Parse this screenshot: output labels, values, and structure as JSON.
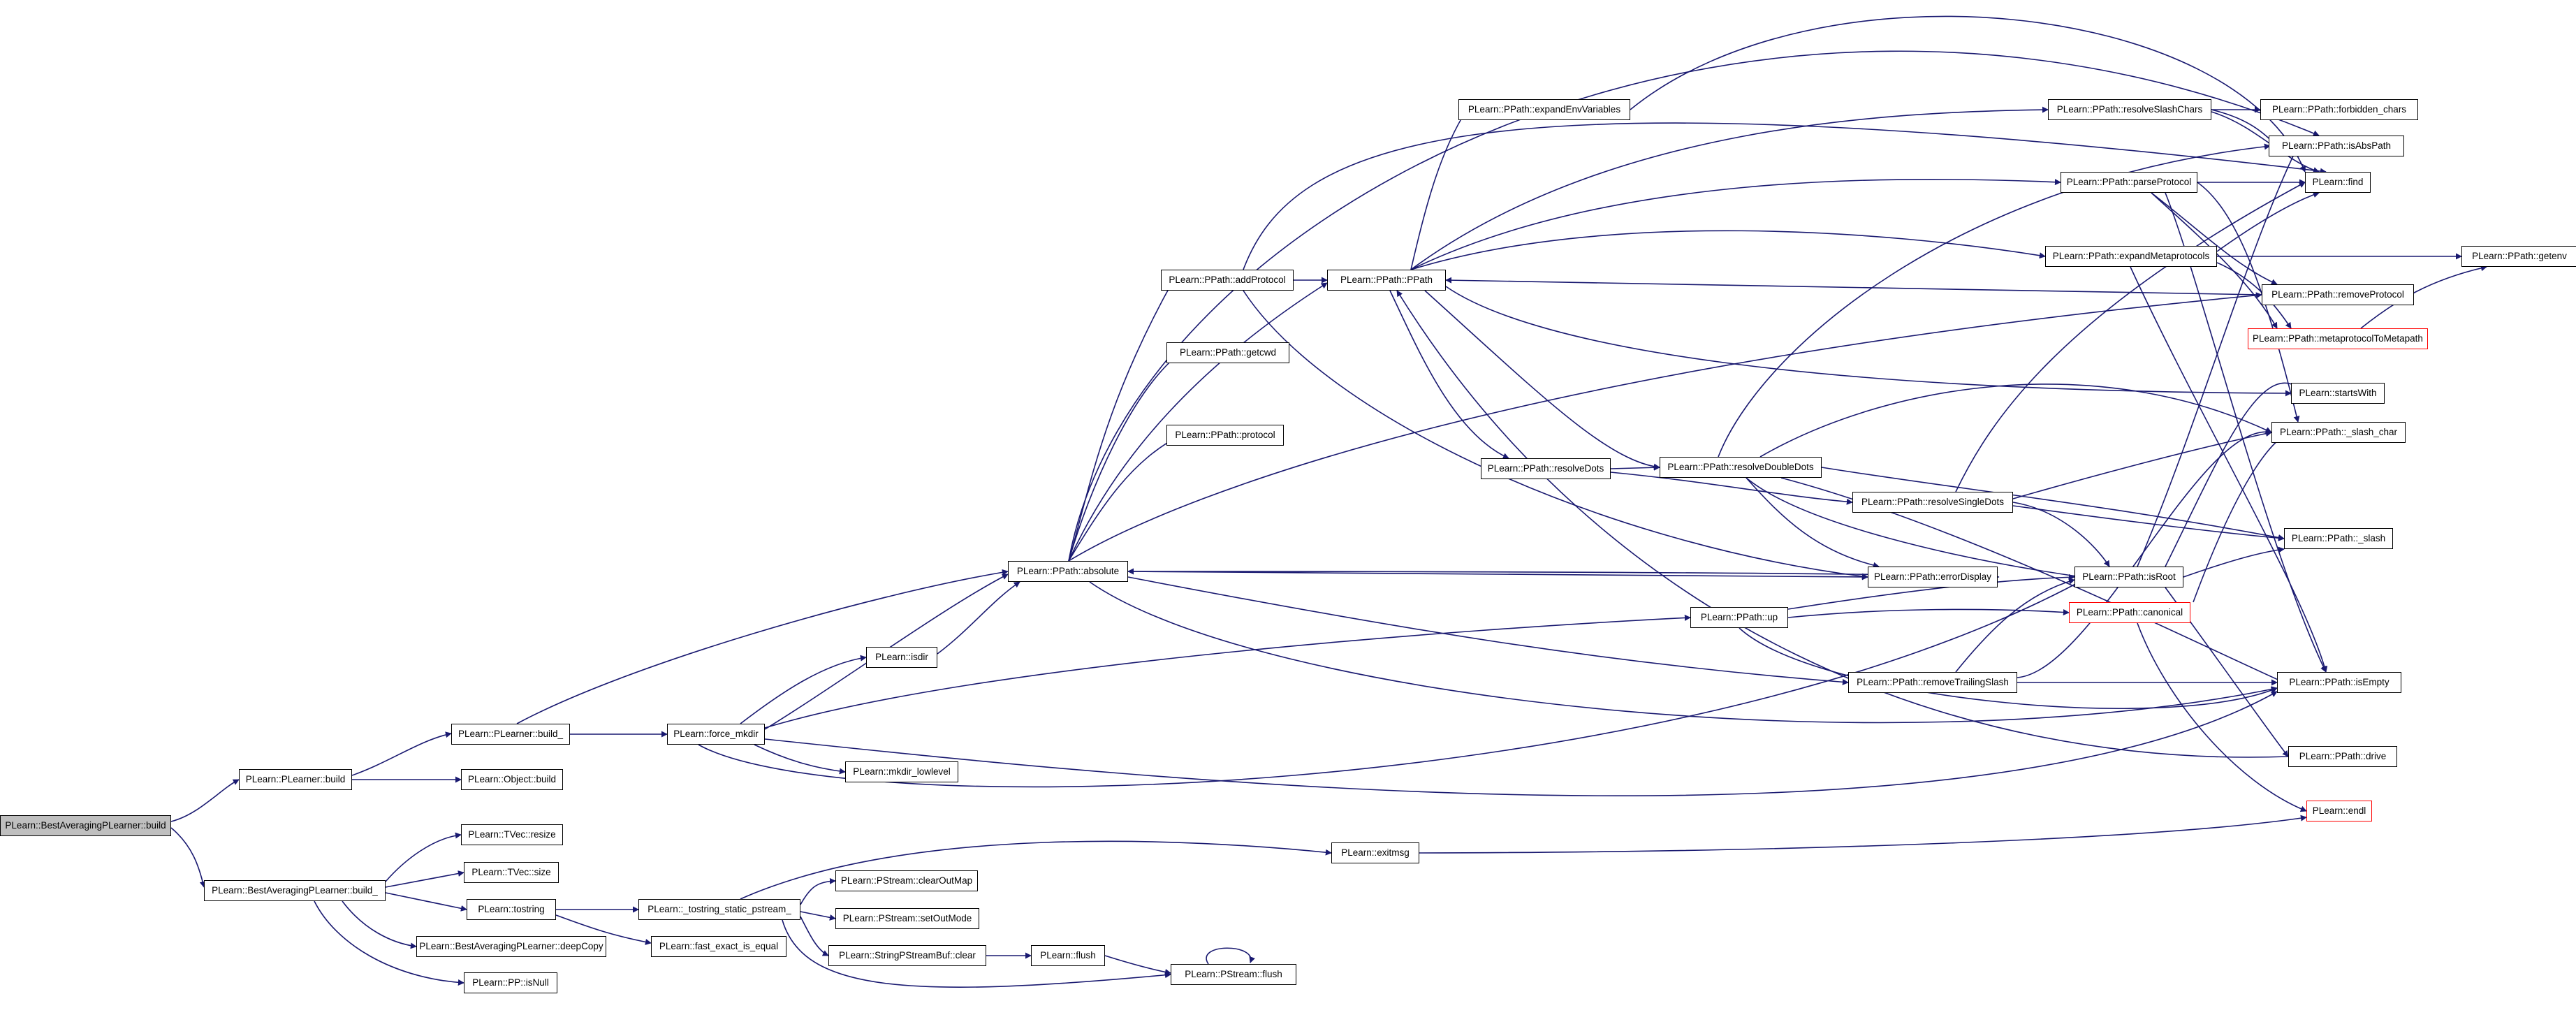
{
  "colors": {
    "edge": "#191970",
    "box_border": "#000000",
    "root_fill": "#bfbfbf",
    "truncated_border": "#ff0000"
  },
  "nodes": {
    "n0": "PLearn::BestAveragingPLearner::build",
    "n1": "PLearn::PLearner::build",
    "n2": "PLearn::BestAveragingPLearner::build_",
    "n3": "PLearn::PLearner::build_",
    "n4": "PLearn::Object::build",
    "n5": "PLearn::PPath::absolute",
    "n6": "PLearn::force_mkdir",
    "n7": "PLearn::PPath::addProtocol",
    "n8": "PLearn::PPath::getcwd",
    "n9": "PLearn::PPath::protocol",
    "n10": "PLearn::PPath::PPath",
    "n11": "PLearn::PPath::errorDisplay",
    "n12": "PLearn::PPath::up",
    "n13": "PLearn::PPath::removeTrailingSlash",
    "n14": "PLearn::isdir",
    "n15": "PLearn::mkdir_lowlevel",
    "n16": "PLearn::PPath::expandEnvVariables",
    "n17": "PLearn::PPath::resolveDots",
    "n18": "PLearn::PPath::resolveDoubleDots",
    "n19": "PLearn::PPath::resolveSingleDots",
    "n20": "PLearn::PPath::resolveSlashChars",
    "n21": "PLearn::PPath::parseProtocol",
    "n22": "PLearn::PPath::expandMetaprotocols",
    "n23": "PLearn::PPath::isRoot",
    "n24": "PLearn::PPath::canonical",
    "n25": "PLearn::PPath::forbidden_chars",
    "n26": "PLearn::PPath::isAbsPath",
    "n27": "PLearn::find",
    "n28": "PLearn::PPath::getenv",
    "n29": "PLearn::PPath::removeProtocol",
    "n30": "PLearn::PPath::metaprotocolToMetapath",
    "n31": "PLearn::startsWith",
    "n32": "PLearn::PPath::_slash_char",
    "n33": "PLearn::PPath::_slash",
    "n34": "PLearn::PPath::isEmpty",
    "n35": "PLearn::PPath::drive",
    "n36": "PLearn::endl",
    "n37": "PLearn::TVec::resize",
    "n38": "PLearn::TVec::size",
    "n39": "PLearn::tostring",
    "n40": "PLearn::BestAveragingPLearner::deepCopy",
    "n41": "PLearn::PP::isNull",
    "n42": "PLearn::_tostring_static_pstream_",
    "n43": "PLearn::fast_exact_is_equal",
    "n44": "PLearn::exitmsg",
    "n45": "PLearn::PStream::clearOutMap",
    "n46": "PLearn::PStream::setOutMode",
    "n47": "PLearn::StringPStreamBuf::clear",
    "n48": "PLearn::flush",
    "n49": "PLearn::PStream::flush"
  }
}
